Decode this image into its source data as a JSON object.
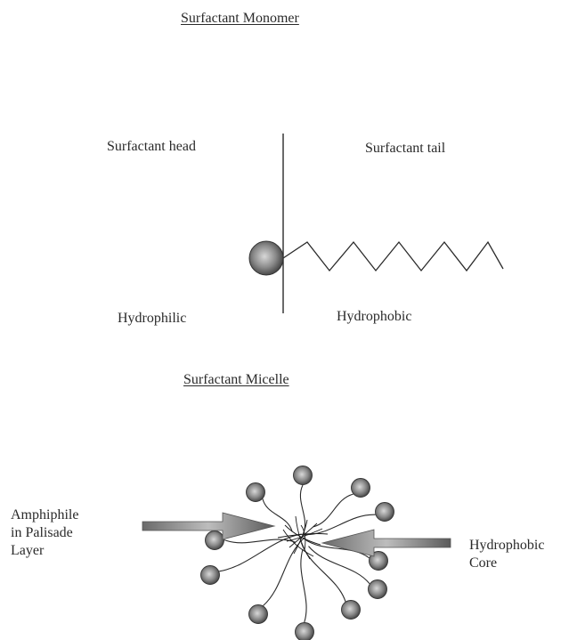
{
  "monomer": {
    "title": "Surfactant Monomer",
    "head_label": "Surfactant head",
    "tail_label": "Surfactant tail",
    "hydrophilic_label": "Hydrophilic",
    "hydrophobic_label": "Hydrophobic"
  },
  "micelle": {
    "title": "Surfactant Micelle",
    "amphiphile_label": [
      "Amphiphile",
      "in Palisade",
      "Layer"
    ],
    "core_label": [
      "Hydrophobic",
      "Core"
    ]
  },
  "colors": {
    "ink": "#2a2a2a",
    "head_fill": "#8a8a8a",
    "arrow_fill": "#9a9a9a"
  }
}
